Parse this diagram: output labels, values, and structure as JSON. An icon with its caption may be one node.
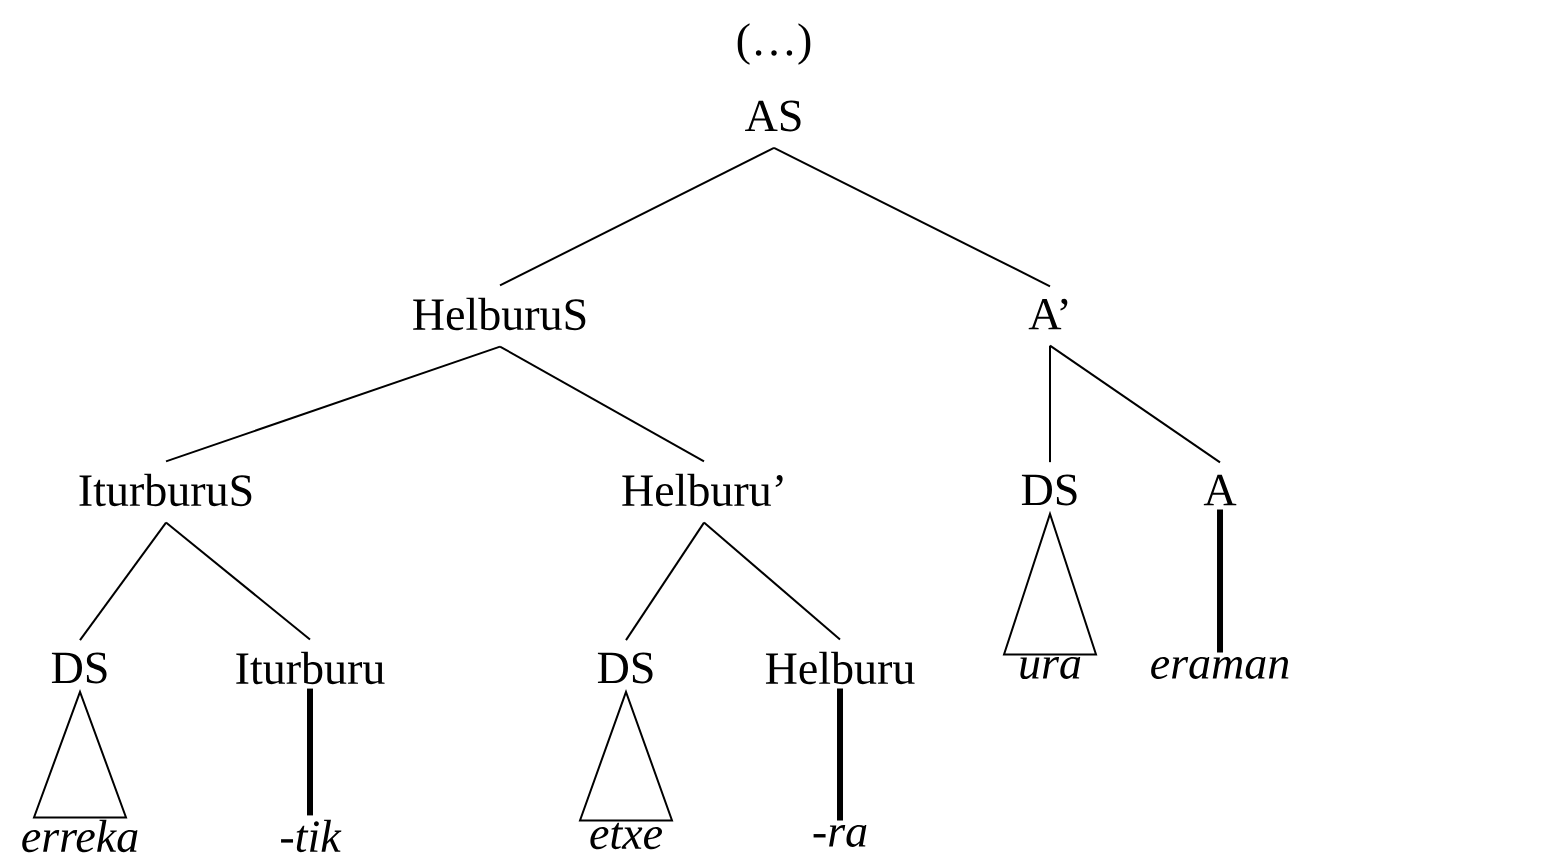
{
  "diagram": {
    "nodes": [
      {
        "text": [
          "AS"
        ]
      },
      {
        "text": [
          "HelburuS"
        ]
      },
      {
        "text": [
          "A’"
        ]
      },
      {
        "text": [
          "IturburuS"
        ]
      },
      {
        "text": [
          "Helburu’"
        ]
      },
      {
        "text": [
          "DS"
        ]
      },
      {
        "text": [
          "A"
        ]
      },
      {
        "text": [
          "DS"
        ]
      },
      {
        "text": [
          "Iturburu"
        ]
      },
      {
        "text": [
          "DS"
        ]
      },
      {
        "text": [
          "Helburu"
        ]
      },
      {
        "text": [
          "ura"
        ]
      },
      {
        "text": [
          "eraman"
        ]
      },
      {
        "text": [
          "erreka"
        ]
      },
      {
        "text": [
          "-tik"
        ]
      },
      {
        "text": [
          "etxe"
        ]
      },
      {
        "text": [
          "-ra"
        ]
      }
    ],
    "edges": [
      {
        "from": 0,
        "to": 1,
        "arrow": "none"
      },
      {
        "from": 0,
        "to": 2,
        "arrow": "none"
      },
      {
        "from": 1,
        "to": 3,
        "arrow": "none"
      },
      {
        "from": 1,
        "to": 4,
        "arrow": "none"
      },
      {
        "from": 2,
        "to": 5,
        "arrow": "none"
      },
      {
        "from": 2,
        "to": 6,
        "arrow": "none"
      },
      {
        "from": 3,
        "to": 7,
        "arrow": "none"
      },
      {
        "from": 3,
        "to": 8,
        "arrow": "none"
      },
      {
        "from": 4,
        "to": 9,
        "arrow": "none"
      },
      {
        "from": 4,
        "to": 10,
        "arrow": "none"
      },
      {
        "from": 5,
        "to": 11,
        "arrow": "none"
      },
      {
        "from": 6,
        "to": 12,
        "arrow": "none",
        "style": "thick"
      },
      {
        "from": 7,
        "to": 13,
        "arrow": "none"
      },
      {
        "from": 8,
        "to": 14,
        "arrow": "none",
        "style": "thick"
      },
      {
        "from": 9,
        "to": 15,
        "arrow": "none"
      },
      {
        "from": 10,
        "to": 16,
        "arrow": "none",
        "style": "thick"
      }
    ],
    "labels": [
      "(…)"
    ]
  }
}
